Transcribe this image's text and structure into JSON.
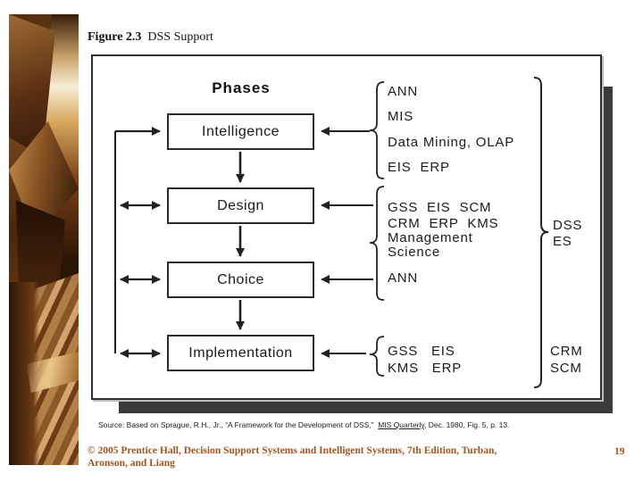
{
  "slide": {
    "figure_number": "Figure 2.3",
    "figure_title": "DSS Support",
    "page_number": "19",
    "source": {
      "prefix": "Source: Based on Sprague, R.H., Jr., “A Framework for the Development of DSS,”  ",
      "journal": "MIS Quarterly",
      "suffix": ", Dec. 1980, Fig. 5, p. 13."
    },
    "copyright_line1": "© 2005  Prentice Hall, Decision Support Systems and Intelligent Systems, 7th Edition, Turban,",
    "copyright_line2": "Aronson, and Liang"
  },
  "figure": {
    "heading": "Phases",
    "phases": [
      {
        "label": "Intelligence"
      },
      {
        "label": "Design"
      },
      {
        "label": "Choice"
      },
      {
        "label": "Implementation"
      }
    ],
    "tech_groups": {
      "intelligence": {
        "lines": [
          "ANN",
          "MIS",
          "Data Mining, OLAP",
          "EIS  ERP"
        ]
      },
      "design_choice": {
        "lines": [
          "GSS  EIS  SCM",
          "CRM  ERP  KMS",
          "Management",
          "Science"
        ],
        "extra": "ANN"
      },
      "implementation": {
        "lines": [
          "GSS   EIS",
          "KMS   ERP"
        ]
      }
    },
    "right_labels": {
      "middle": {
        "lines": [
          "DSS",
          "ES"
        ]
      },
      "bottom": {
        "lines": [
          "CRM",
          "SCM"
        ]
      }
    }
  },
  "colors": {
    "accent_brown": "#A0541E",
    "shadow_gray": "#3B3B3B",
    "diagram_ink": "#222222"
  }
}
